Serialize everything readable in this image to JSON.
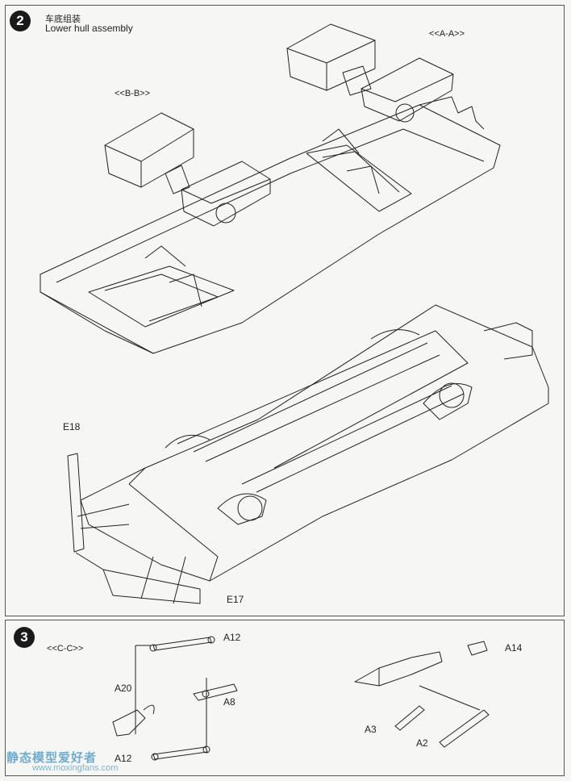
{
  "step2": {
    "number": "2",
    "title_cn": "车底组装",
    "title_en": "Lower hull assembly",
    "section_a": "<<A-A>>",
    "section_b": "<<B-B>>",
    "part_e18": "E18",
    "part_e17": "E17"
  },
  "step3": {
    "number": "3",
    "section_c": "<<C-C>>",
    "part_a12_top": "A12",
    "part_a12_bottom": "A12",
    "part_a20": "A20",
    "part_a8": "A8",
    "part_a14": "A14",
    "part_a3": "A3",
    "part_a2": "A2"
  },
  "watermark": {
    "cn": "静态模型爱好者",
    "url": "www.moxingfans.com"
  }
}
